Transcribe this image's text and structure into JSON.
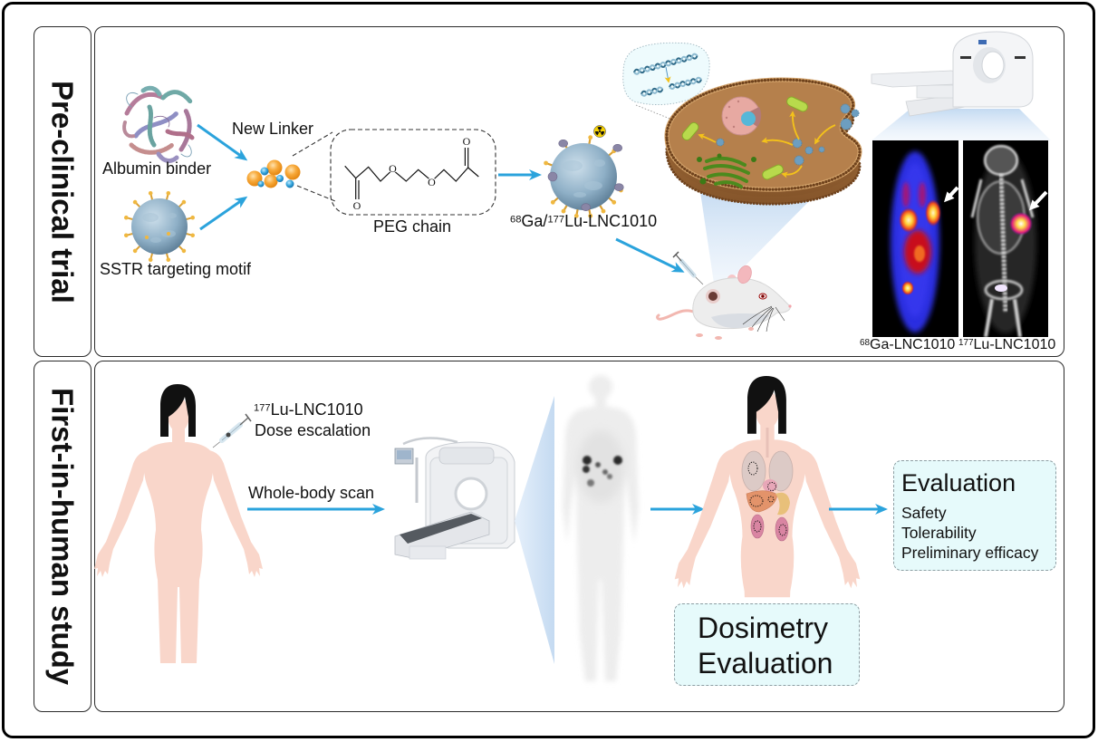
{
  "sections": {
    "preclinical": {
      "label": "Pre-clinical trial",
      "albumin_binder": "Albumin binder",
      "sstr_motif": "SSTR targeting motif",
      "new_linker": "New Linker",
      "peg_chain": "PEG chain",
      "peg_atoms": {
        "o1": "O",
        "o2": "O",
        "o3": "O",
        "o4": "O"
      },
      "compound": {
        "iso1": "68",
        "el1": "Ga/",
        "iso2": "177",
        "el2": "Lu-LNC1010"
      },
      "pet_images": [
        {
          "isotope": "68",
          "name": "Ga-LNC1010"
        },
        {
          "isotope": "177",
          "name": "Lu-LNC1010"
        }
      ]
    },
    "first_in_human": {
      "label": "First-in-human study",
      "dose": {
        "isotope": "177",
        "name": "Lu-LNC1010",
        "note": "Dose escalation"
      },
      "scan": "Whole-body scan",
      "dosimetry": {
        "line1": "Dosimetry",
        "line2": "Evaluation"
      },
      "evaluation": {
        "title": "Evaluation",
        "items": [
          "Safety",
          "Tolerability",
          "Preliminary efficacy"
        ]
      }
    }
  },
  "colors": {
    "arrow": "#2ba3dc",
    "skin": "#f9d6ca",
    "hair": "#111111",
    "box_fill": "#e6fafb",
    "frame": "#000000"
  },
  "illustrations": [
    "albumin-binder-icon",
    "sstr-sphere-icon",
    "linker-icon",
    "peg-formula",
    "radiation-icon",
    "cell-diagram-icon",
    "dna-icon",
    "mouse-icon",
    "syringe-icon",
    "pet-ct-scanner-icon",
    "pet-image-ga68",
    "pet-image-lu177",
    "patient-silhouette-icon",
    "spect-ct-scanner-icon",
    "whole-body-scan-image",
    "organ-diagram-icon"
  ]
}
